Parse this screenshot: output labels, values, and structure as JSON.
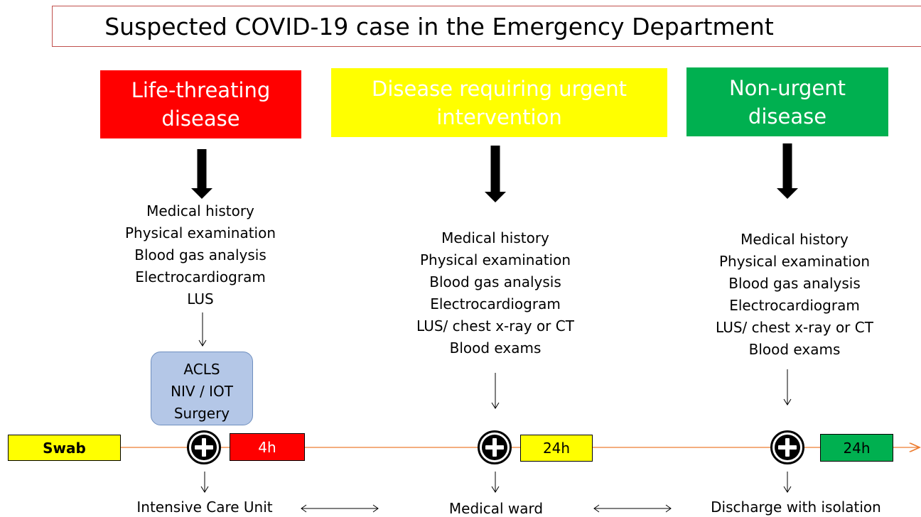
{
  "title": "Suspected COVID-19 case in the Emergency Department",
  "categories": [
    {
      "label": "Life-threating\ndisease",
      "bg": "#ff0000",
      "fg": "#ffffff"
    },
    {
      "label": "Disease requiring urgent\nintervention",
      "bg": "#ffff00",
      "fg": "#ffffff"
    },
    {
      "label": "Non-urgent\ndisease",
      "bg": "#00b050",
      "fg": "#ffffff"
    }
  ],
  "steps": [
    [
      "Medical history",
      "Physical examination",
      "Blood gas analysis",
      "Electrocardiogram",
      "LUS"
    ],
    [
      "Medical history",
      "Physical examination",
      "Blood gas analysis",
      "Electrocardiogram",
      "LUS/ chest x-ray or CT",
      "Blood exams"
    ],
    [
      "Medical history",
      "Physical examination",
      "Blood gas analysis",
      "Electrocardiogram",
      "LUS/ chest x-ray or CT",
      "Blood exams"
    ]
  ],
  "actions": [
    "ACLS",
    "NIV / IOT",
    "Surgery"
  ],
  "swab": {
    "label": "Swab",
    "color": "#ffff00"
  },
  "timeline_color": "#ed7d31",
  "times": [
    {
      "label": "4h",
      "bg": "#ff0000",
      "fg": "#ffffff"
    },
    {
      "label": "24h",
      "bg": "#ffff00",
      "fg": "#000000"
    },
    {
      "label": "24h",
      "bg": "#00b050",
      "fg": "#000000"
    }
  ],
  "outcomes": [
    "Intensive Care Unit",
    "Medical ward",
    "Discharge with isolation"
  ]
}
